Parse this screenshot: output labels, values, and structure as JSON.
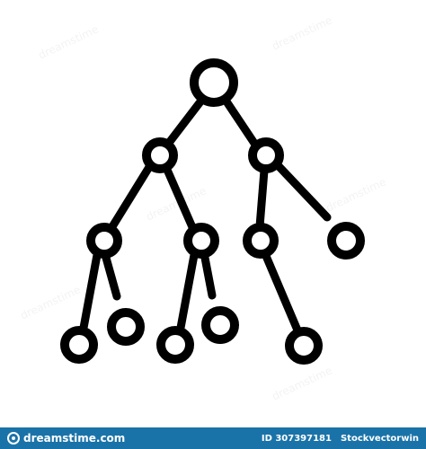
{
  "icon": {
    "name": "hierarchy-tree-icon",
    "stroke_color": "#000000",
    "fill_color": "#ffffff"
  },
  "footer": {
    "background": "#1a73a8",
    "brand": "dreamstime.com",
    "id_text": "ID 307397181",
    "author": "Stockvectorwin"
  },
  "watermark": {
    "text": "dreamstime"
  }
}
